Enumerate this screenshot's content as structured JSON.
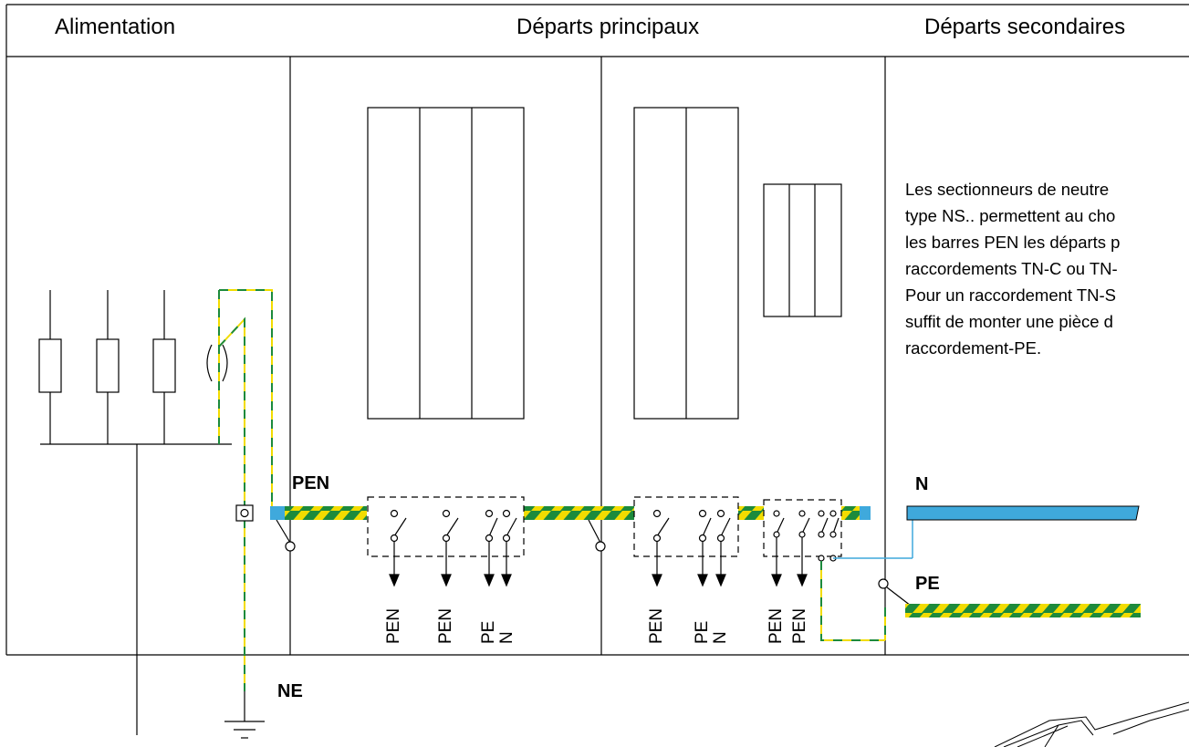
{
  "headers": {
    "alimentation": "Alimentation",
    "departs_principaux": "Départs principaux",
    "departs_secondaires": "Départs secondaires"
  },
  "note": "Les sectionneurs de neutre\ntype NS.. permettent au cho\nles barres PEN les départs p\nraccordements TN-C ou TN-\nPour un raccordement TN-S\nsuffit de monter une pièce d\nraccordement-PE.",
  "labels": {
    "pen_bar": "PEN",
    "n_bar": "N",
    "pe_bar": "PE",
    "ne": "NE"
  },
  "outputs": [
    {
      "l1": "PEN",
      "l2": ""
    },
    {
      "l1": "PEN",
      "l2": ""
    },
    {
      "l1": "PE",
      "l2": "N"
    },
    {
      "l1": "PEN",
      "l2": ""
    },
    {
      "l1": "PE",
      "l2": "N"
    },
    {
      "l1": "PEN",
      "l2": "PEN"
    }
  ],
  "colors": {
    "green": "#1c8a3c",
    "yellow": "#f2dc00",
    "blue": "#3fa9dc"
  }
}
